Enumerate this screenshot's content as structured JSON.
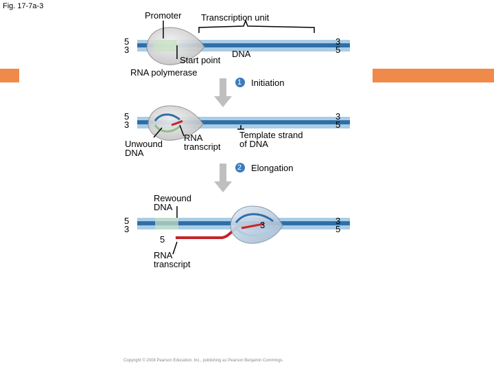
{
  "figure_label": "Fig. 17-7a-3",
  "credit": "Copyright © 2008 Pearson Education, Inc., publishing as Pearson Benjamin Cummings.",
  "colors": {
    "dna_dark": "#2f6fa8",
    "dna_light": "#a9cde6",
    "rna": "#c4252b",
    "polymerase": "#c9c9c9",
    "arrow": "#bfbfbf",
    "accent_bar": "#f08a4b",
    "step_badge": "#3a7bbf"
  },
  "panel1": {
    "promoter": "Promoter",
    "transcription_unit": "Transcription unit",
    "dna": "DNA",
    "start_point": "Start point",
    "rna_polymerase": "RNA polymerase",
    "left_top": "5",
    "left_bottom": "3",
    "right_top": "3",
    "right_bottom": "5"
  },
  "step1": {
    "number": "1",
    "label": "Initiation"
  },
  "panel2": {
    "unwound_dna": "Unwound\nDNA",
    "rna_transcript": "RNA\ntranscript",
    "template_strand": "Template strand\nof DNA",
    "left_top": "5",
    "left_bottom": "3",
    "right_top": "3",
    "right_bottom": "5"
  },
  "step2": {
    "number": "2",
    "label": "Elongation"
  },
  "panel3": {
    "rewound_dna": "Rewound\nDNA",
    "rna_transcript": "RNA\ntranscript",
    "rna_5": "5",
    "rna_3": "3",
    "left_top": "5",
    "left_bottom": "3",
    "right_top": "3",
    "right_bottom": "5"
  }
}
